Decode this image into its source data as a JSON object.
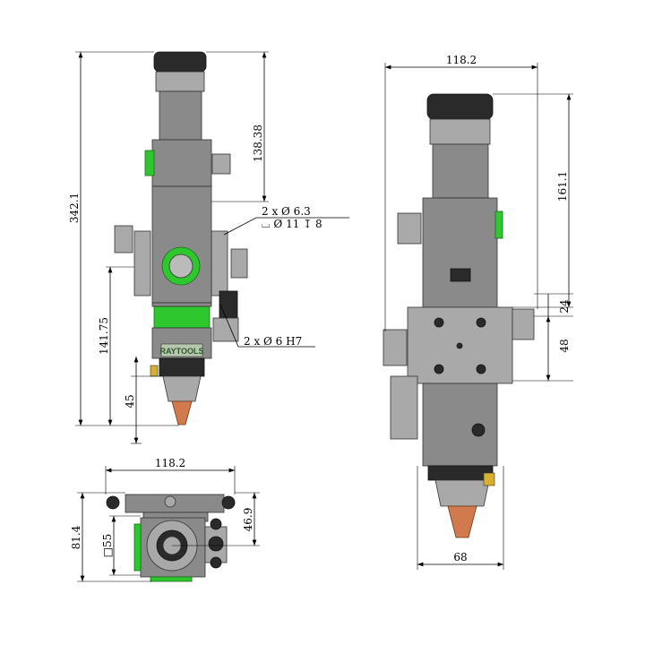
{
  "drawing": {
    "brand_label": "RAYTOOLS",
    "front_view": {
      "overall_height": "342.1",
      "top_to_mount": "138.38",
      "mount_to_tip": "141.75",
      "nozzle_length": "45",
      "hole_callout_line1": "2 x Ø 6.3",
      "hole_callout_line2": "⌴ Ø 11 ↧ 8",
      "pin_callout": "2 x Ø 6 H7"
    },
    "side_view": {
      "overall_width": "118.2",
      "top_to_plate": "161.1",
      "plate_offset": "24",
      "plate_height": "48",
      "body_width": "68"
    },
    "bottom_view": {
      "overall_width": "118.2",
      "overall_depth": "81.4",
      "square_size": "□55",
      "center_offset": "46.9"
    }
  }
}
